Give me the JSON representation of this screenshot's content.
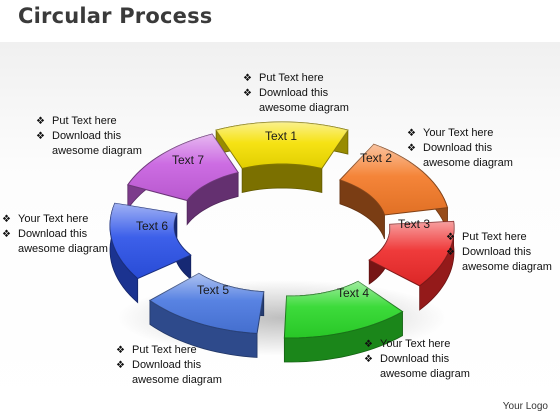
{
  "title": "Circular Process",
  "logo": "Your Logo",
  "bullet_glyph": "❖",
  "segments": [
    {
      "id": "s1",
      "label": "Text 1",
      "color": "#f5e000"
    },
    {
      "id": "s2",
      "label": "Text 2",
      "color": "#f47a28"
    },
    {
      "id": "s3",
      "label": "Text 3",
      "color": "#ee2a2a"
    },
    {
      "id": "s4",
      "label": "Text 4",
      "color": "#2cd82a"
    },
    {
      "id": "s5",
      "label": "Text 5",
      "color": "#4a78e0"
    },
    {
      "id": "s6",
      "label": "Text 6",
      "color": "#2c52e8"
    },
    {
      "id": "s7",
      "label": "Text 7",
      "color": "#c860e0"
    }
  ],
  "blocks": [
    {
      "line1": "Put Text here",
      "line2": "Download this",
      "line3": "awesome diagram"
    },
    {
      "line1": "Your Text here",
      "line2": "Download this",
      "line3": "awesome diagram"
    },
    {
      "line1": "Put Text here",
      "line2": "Download this",
      "line3": "awesome diagram"
    },
    {
      "line1": "Your Text here",
      "line2": "Download this",
      "line3": "awesome diagram"
    },
    {
      "line1": "Put Text here",
      "line2": "Download this",
      "line3": "awesome diagram"
    },
    {
      "line1": "Your Text here",
      "line2": "Download this",
      "line3": "awesome diagram"
    },
    {
      "line1": "Put Text here",
      "line2": "Download this",
      "line3": "awesome diagram"
    }
  ]
}
